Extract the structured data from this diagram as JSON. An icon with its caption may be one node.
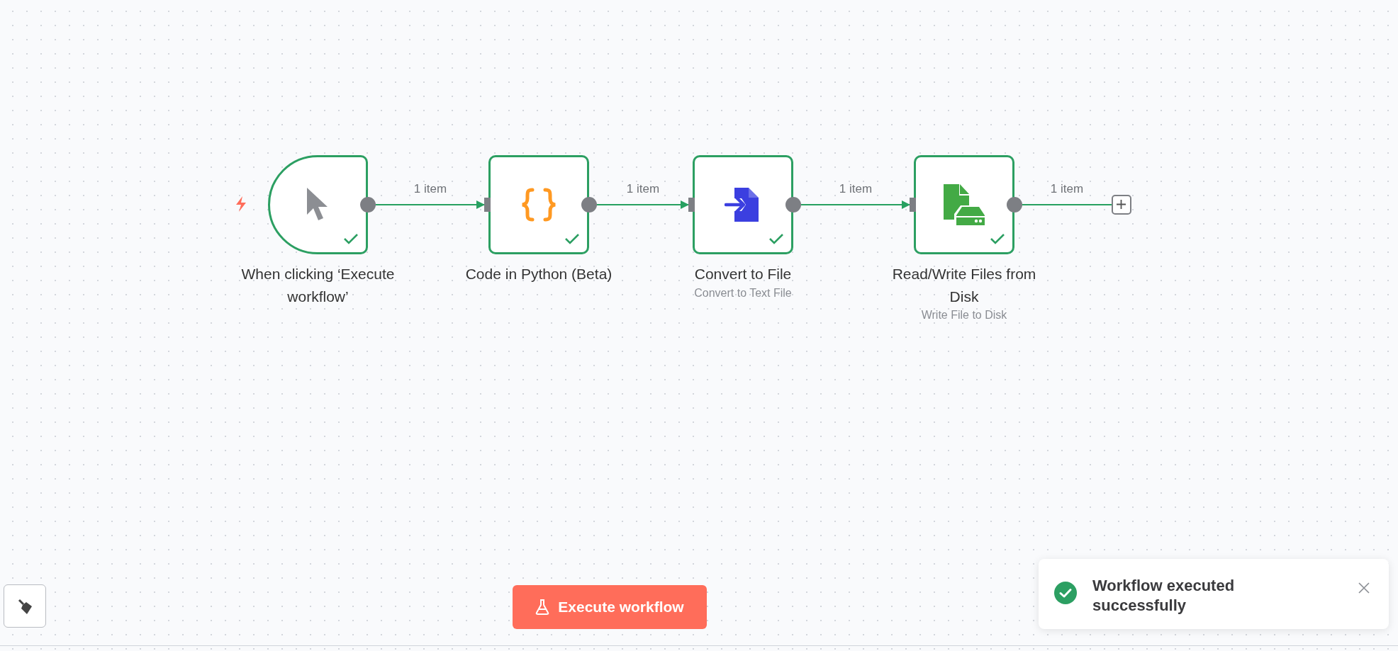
{
  "diagram": {
    "nodes": [
      {
        "text": [
          "When clicking ‘Execute workflow’"
        ]
      },
      {
        "text": [
          "Code in Python (Beta)"
        ]
      },
      {
        "text": [
          "Convert to File",
          "Convert to Text File"
        ]
      },
      {
        "text": [
          "Read/Write Files from Disk",
          "Write File to Disk"
        ]
      },
      {
        "text": [],
        "shape": "box"
      }
    ],
    "edges": [
      {
        "from": 0,
        "to": 1,
        "arrow": "to",
        "label": "1 item"
      },
      {
        "from": 1,
        "to": 2,
        "arrow": "to",
        "label": "1 item"
      },
      {
        "from": 2,
        "to": 3,
        "arrow": "to",
        "label": "1 item"
      },
      {
        "from": 3,
        "to": 4,
        "arrow": "none",
        "label": "1 item"
      }
    ],
    "labels": [
      "Execute workflow",
      "Workflow executed successfully"
    ]
  }
}
